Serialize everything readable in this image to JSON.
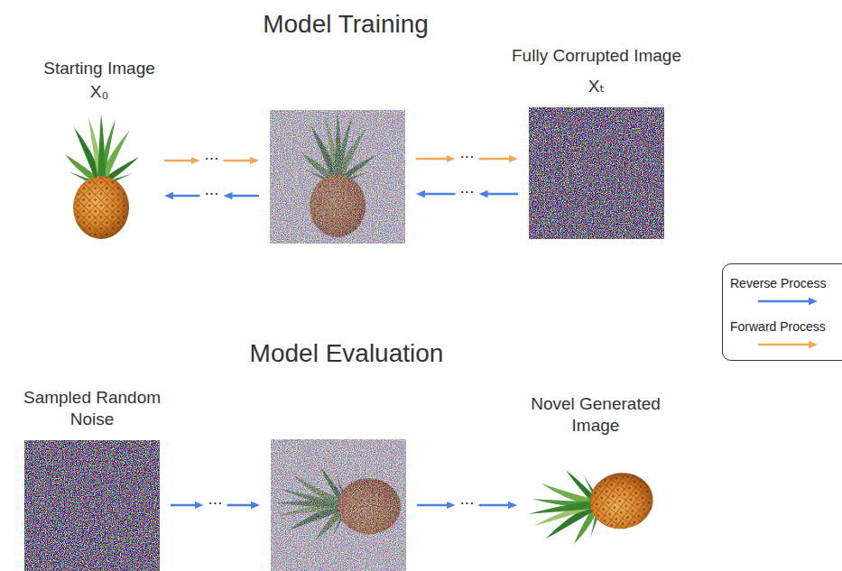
{
  "diagram": {
    "title": "Model Training",
    "nodes": [
      {
        "text": [
          "Starting Image",
          "X₀"
        ]
      },
      {
        "text": []
      },
      {
        "text": [
          "Fully Corrupted Image",
          "Xₜ"
        ]
      },
      {
        "text": [
          "Sampled Random Noise"
        ]
      },
      {
        "text": []
      },
      {
        "text": [
          "Novel Generated Image"
        ]
      }
    ],
    "edges": [
      {
        "from": 0,
        "to": 1,
        "label": "...",
        "arrow": "to"
      },
      {
        "from": 1,
        "to": 0,
        "label": "...",
        "arrow": "to"
      },
      {
        "from": 1,
        "to": 2,
        "label": "...",
        "arrow": "to"
      },
      {
        "from": 2,
        "to": 1,
        "label": "...",
        "arrow": "to"
      },
      {
        "from": 3,
        "to": 4,
        "label": "...",
        "arrow": "to"
      },
      {
        "from": 4,
        "to": 5,
        "label": "...",
        "arrow": "to"
      }
    ],
    "labels": [
      "Model Evaluation"
    ],
    "legend": [
      {
        "text": "Reverse Process"
      },
      {
        "text": "Forward Process"
      }
    ]
  }
}
